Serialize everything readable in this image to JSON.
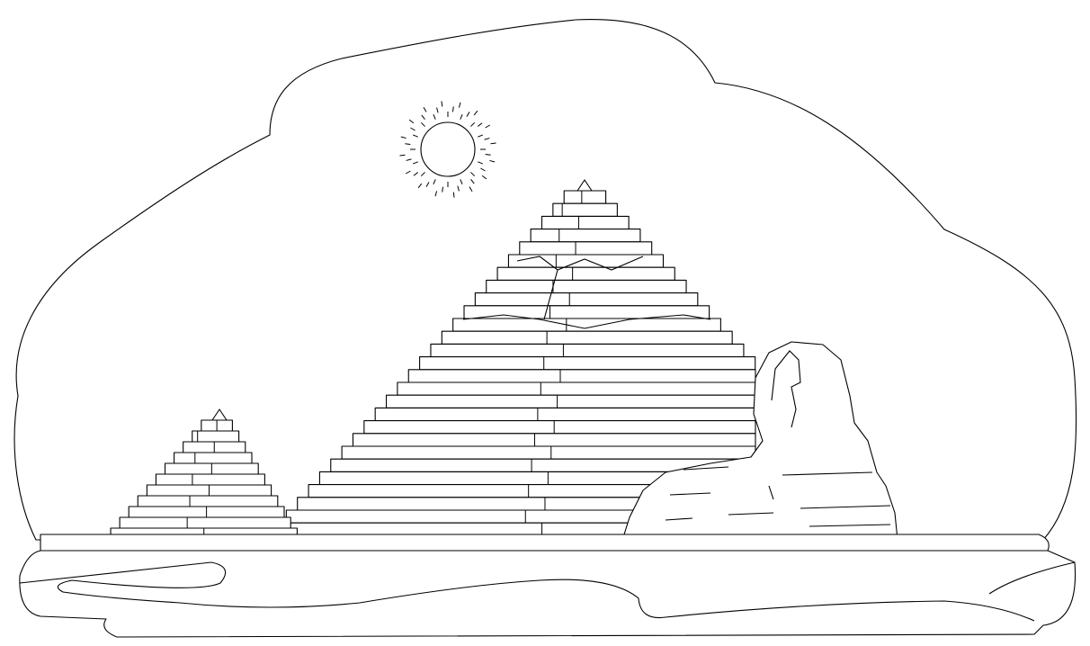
{
  "scene": {
    "subjects": [
      "sun",
      "large-pyramid",
      "small-pyramid",
      "sphinx",
      "sand-ground"
    ],
    "style": "line-art"
  },
  "colors": {
    "stroke": "#000000",
    "background": "#ffffff"
  }
}
